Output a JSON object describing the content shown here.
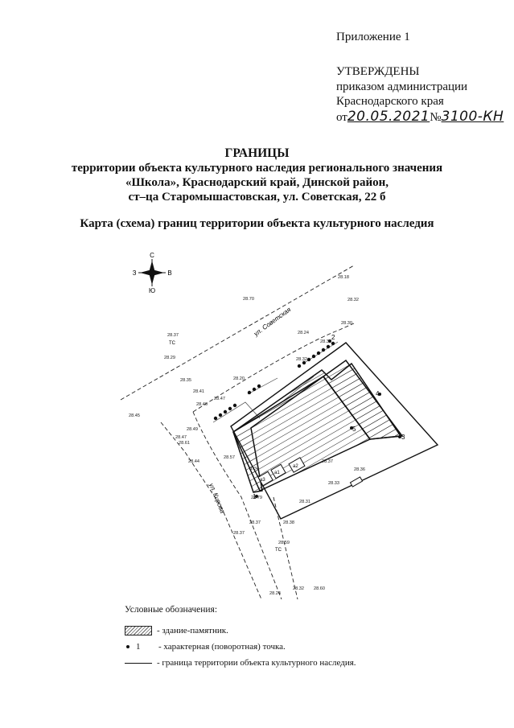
{
  "header": {
    "appendix": "Приложение 1",
    "approved_lines": [
      "УТВЕРЖДЕНЫ",
      "приказом администрации",
      "Краснодарского края"
    ],
    "order_prefix": "от",
    "order_date": "20.05.2021",
    "order_no_mark": "№",
    "order_number": "3100-КН"
  },
  "title": {
    "heading": "ГРАНИЦЫ",
    "line1": "территории объекта культурного наследия регионального значения",
    "line2": "«Школа», Краснодарский край, Динской район,",
    "line3": "ст–ца Старомышастовская, ул. Советская, 22 б",
    "map_caption": "Карта (схема) границ территории объекта культурного наследия"
  },
  "compass": {
    "north": "С",
    "south": "Ю",
    "west": "З",
    "east": "В"
  },
  "map": {
    "street_sovetskaya": "ул. Советская",
    "street_kirova": "ул. Кирова",
    "points": [
      "1",
      "2",
      "3",
      "4",
      "5"
    ],
    "elevations": [
      "28.18",
      "28.32",
      "28.30",
      "28.70",
      "28.24",
      "28.39",
      "28.37",
      "28.29",
      "28.32",
      "28.35",
      "28.20",
      "28.47",
      "28.41",
      "28.46",
      "28.45",
      "28.49",
      "28.47",
      "28.61",
      "28.44",
      "28.57",
      "28.37",
      "28.33",
      "28.36",
      "28.31",
      "28.79",
      "28.38",
      "28.37",
      "28.37",
      "28.59",
      "28.32",
      "28.60",
      "28.24"
    ],
    "labels": {
      "tc1": "ТС",
      "tc2": "ТС",
      "psch": "п.сч",
      "a1": "а1",
      "a2": "а2",
      "a3": "а3"
    }
  },
  "legend": {
    "title": "Условные обозначения:",
    "building": "- здание-памятник.",
    "point_number": "1",
    "point": "- характерная (поворотная) точка.",
    "boundary": "- граница территории объекта культурного наследия."
  }
}
